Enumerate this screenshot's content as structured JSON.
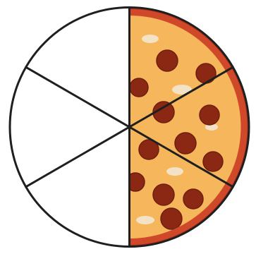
{
  "illustration": {
    "subject": "pizza-fraction",
    "total_slices": 6,
    "filled_slices": 3,
    "empty_slices": 3,
    "filled_side": "right",
    "empty_side": "left"
  },
  "colors": {
    "background": "#ffffff",
    "outline": "#1f1f1f",
    "crust": "#d0482a",
    "crust_edge": "#b8321c",
    "cheese": "#f6b65c",
    "cheese_light": "#fbcf86",
    "pepperoni": "#8a2814",
    "pepperoni_dark": "#6e1e0e",
    "cheese_bubble": "#f3ead8"
  }
}
